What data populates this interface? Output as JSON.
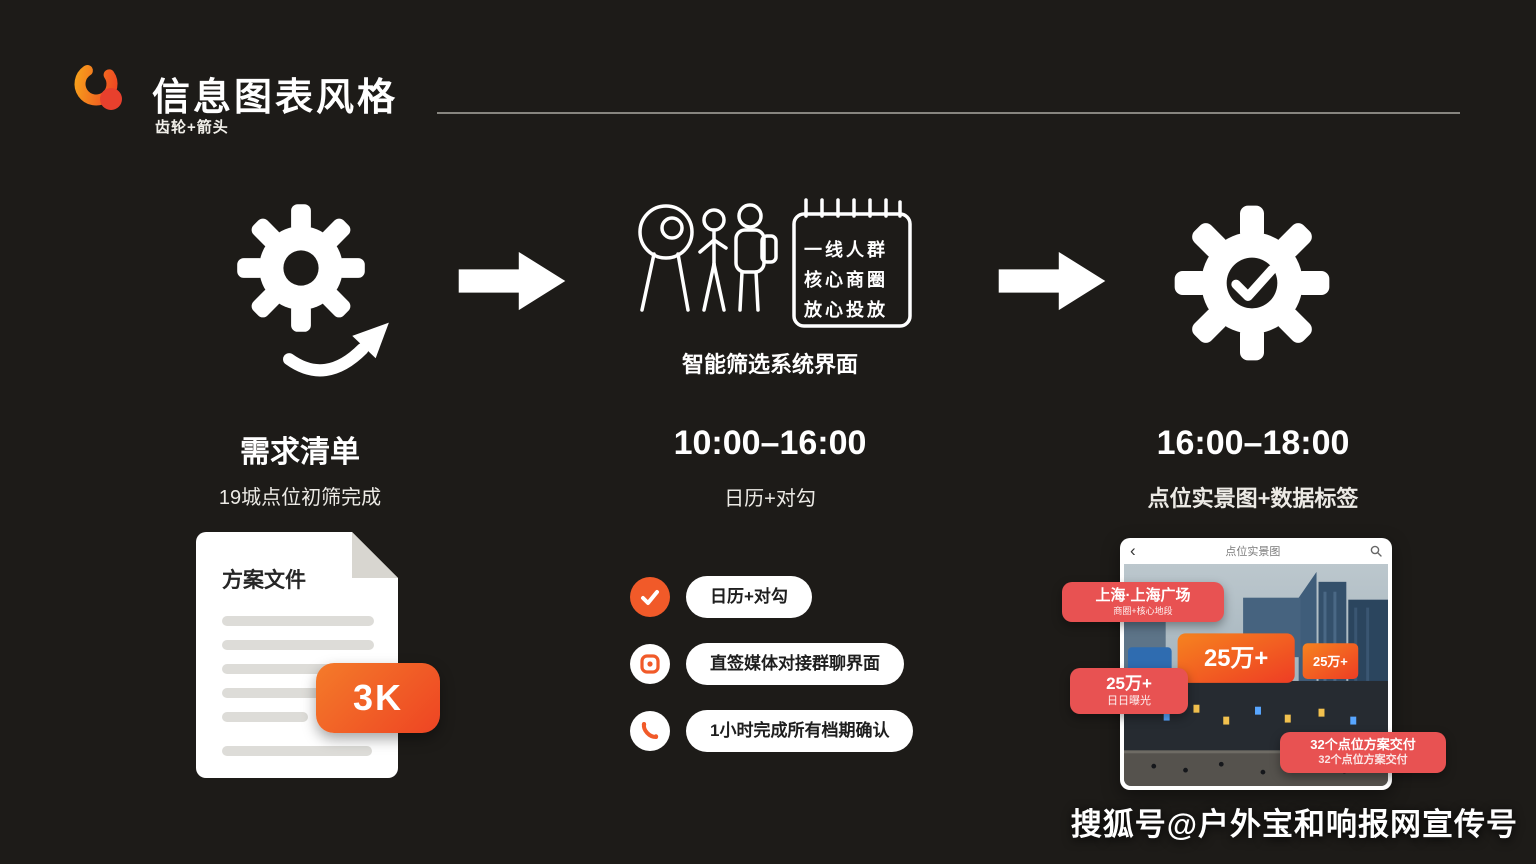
{
  "page": {
    "watermark": "搜狐号@户外宝和响报网宣传号",
    "colors": {
      "background": "#1d1b18",
      "accent": "#f15a29",
      "tag_red": "#e85252"
    }
  },
  "header": {
    "title": "信息图表风格",
    "subtitle": "齿轮+箭头"
  },
  "step1": {
    "heading": "需求清单",
    "subheading": "19城点位初筛完成",
    "doc_card": {
      "title": "方案文件",
      "badge": "3K"
    }
  },
  "step2": {
    "sketch_label": "智能筛选系统界面",
    "calendar_lines": [
      "一线人群",
      "核心商圈",
      "放心投放"
    ],
    "heading": "10:00–16:00",
    "subheading": "日历+对勾",
    "checklist": [
      {
        "label": "日历+对勾"
      },
      {
        "label": "直签媒体对接群聊界面"
      },
      {
        "label": "1小时完成所有档期确认"
      }
    ]
  },
  "step3": {
    "heading": "16:00–18:00",
    "subheading": "点位实景图+数据标签",
    "photo_card": {
      "topbar_title": "点位实景图",
      "billboard_main": "25万+",
      "billboard_side": "25万+",
      "tag1_line1": "上海·上海广场",
      "tag1_line2": "商圈+核心地段",
      "tag2_line1": "25万+",
      "tag2_line2": "日日曝光",
      "tag3_line1": "32个点位方案交付",
      "tag3_line2": "32个点位方案交付"
    }
  }
}
